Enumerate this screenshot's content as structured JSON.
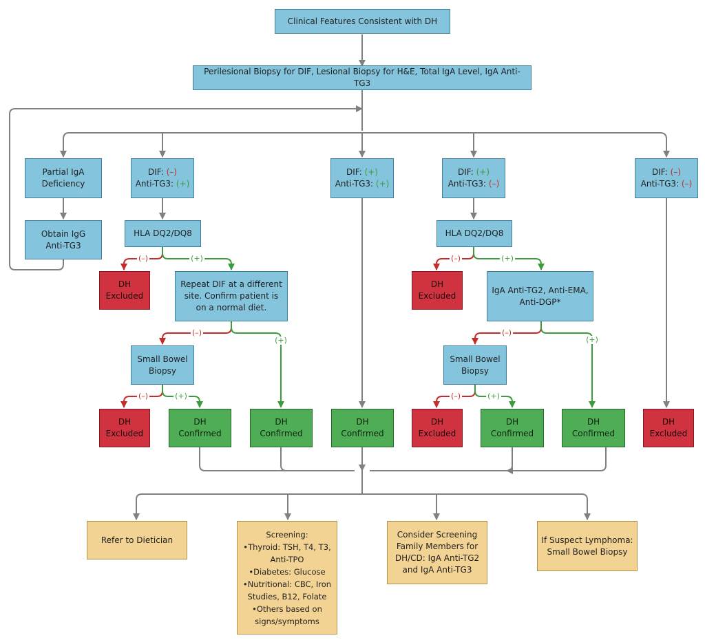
{
  "colors": {
    "process": "#84c4dd",
    "excluded": "#d0323f",
    "confirmed": "#4fae55",
    "management": "#f2d394",
    "negative": "#c42b2b",
    "positive": "#3d9b3d",
    "connector": "#808080"
  },
  "nodes": {
    "clinical": "Clinical Features Consistent with DH",
    "biopsy": "Perilesional Biopsy for DIF, Lesional Biopsy for H&E, Total IgA Level, IgA Anti-TG3",
    "partial_iga": [
      "Partial IgA",
      "Deficiency"
    ],
    "obtain_igg": [
      "Obtain IgG",
      "Anti-TG3"
    ],
    "dif_prefix": "DIF:",
    "antitg3_prefix": "Anti-TG3:",
    "neg_sign": "(–)",
    "pos_sign": "(+)",
    "hla": "HLA DQ2/DQ8",
    "repeat_dif": [
      "Repeat DIF at a different",
      "site. Confirm patient is",
      "on a normal diet."
    ],
    "small_bowel": [
      "Small Bowel",
      "Biopsy"
    ],
    "iga_panel": [
      "IgA Anti-TG2, Anti-EMA,",
      "Anti-DGP*"
    ],
    "dh_excluded": [
      "DH",
      "Excluded"
    ],
    "dh_confirmed": [
      "DH",
      "Confirmed"
    ]
  },
  "management": {
    "dietician": "Refer to Dietician",
    "screening": [
      "Screening:",
      "•Thyroid: TSH, T4, T3,",
      "Anti-TPO",
      "•Diabetes: Glucose",
      "•Nutritional: CBC, Iron",
      "Studies, B12, Folate",
      "•Others based on",
      "signs/symptoms"
    ],
    "family": [
      "Consider Screening",
      "Family Members for",
      "DH/CD: IgA Anti-TG2",
      "and IgA Anti-TG3"
    ],
    "lymphoma": [
      "If Suspect Lymphoma:",
      "Small Bowel Biopsy"
    ]
  },
  "edge_labels": {
    "negative": "(–)",
    "positive": "(+)"
  }
}
